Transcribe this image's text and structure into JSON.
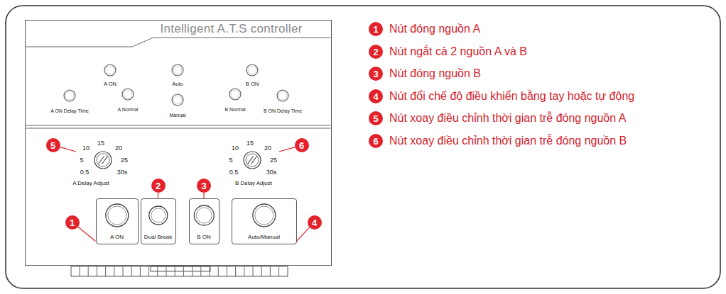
{
  "diagram": {
    "nodes": [
      {
        "text": [
          "Intelligent A.T.S controller"
        ]
      },
      {
        "text": [
          "5"
        ],
        "in": 0
      },
      {
        "text": [
          "6"
        ],
        "in": 0
      },
      {
        "text": [
          "2"
        ],
        "in": 0
      },
      {
        "text": [
          "3"
        ],
        "in": 0
      },
      {
        "text": [
          "1"
        ],
        "in": 0
      },
      {
        "text": [
          "4"
        ],
        "in": 0
      },
      {
        "text": [
          "A ON"
        ],
        "in": 0
      },
      {
        "text": [
          "Dual Break"
        ],
        "in": 0
      },
      {
        "text": [
          "B ON"
        ],
        "in": 0
      },
      {
        "text": [
          "Auto/Manual"
        ],
        "in": 0
      }
    ],
    "edges": [
      {
        "from": 5,
        "to": 7,
        "arrow": "none"
      },
      {
        "from": 3,
        "to": 8,
        "arrow": "none"
      },
      {
        "from": 4,
        "to": 9,
        "arrow": "none"
      },
      {
        "from": 6,
        "to": 10,
        "arrow": "none"
      }
    ],
    "labels": [
      "A ON",
      "Auto",
      "B ON",
      "A ON Delay Time",
      "A Normal",
      "Manual",
      "B Normal",
      "B ON Delay Time",
      "15",
      "10",
      "20",
      "5",
      "25",
      "0.5",
      "30s",
      "A Delay Adjust",
      "15",
      "10",
      "20",
      "5",
      "25",
      "0.5",
      "30s",
      "B Delay Adjust",
      "1",
      "2",
      "3",
      "4",
      "5",
      "6"
    ],
    "legend": [
      {
        "text": "Nút đóng nguồn A",
        "color": "#e3222b"
      },
      {
        "text": "Nút ngắt cả 2 nguồn A và B",
        "color": "#e3222b"
      },
      {
        "text": "Nút đóng nguồn B",
        "color": "#e3222b"
      },
      {
        "text": "Nút đổi chế độ điều khiển bằng tay hoặc tự động",
        "color": "#e3222b"
      },
      {
        "text": "Nút xoay điều chỉnh thời gian trễ đóng nguồn A",
        "color": "#e3222b"
      },
      {
        "text": "Nút xoay điều chỉnh thời gian trễ đóng nguồn B",
        "color": "#e3222b"
      }
    ]
  }
}
